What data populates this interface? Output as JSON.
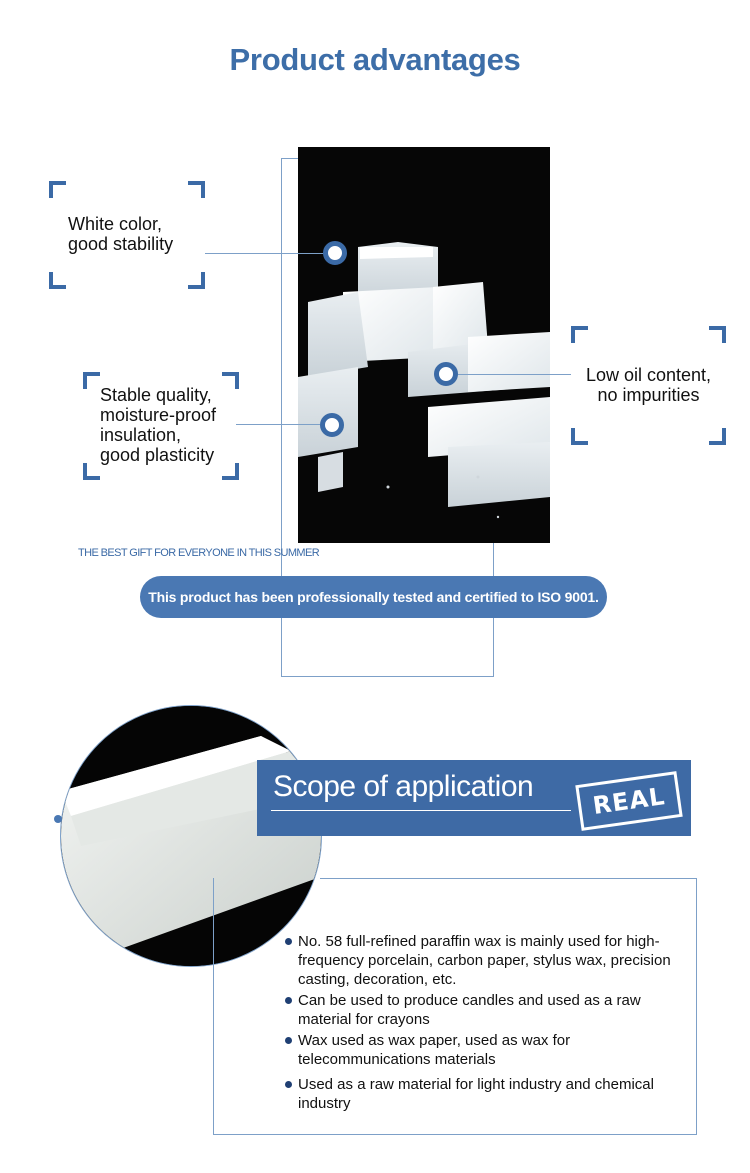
{
  "header": {
    "title": "Product advantages"
  },
  "callouts": {
    "white": {
      "line1": "White color,",
      "line2": "good stability"
    },
    "stable": {
      "line1": "Stable quality,",
      "line2": "moisture-proof",
      "line3": "insulation,",
      "line4": "good plasticity"
    },
    "oil": {
      "line1": "Low oil content,",
      "line2": "no impurities"
    }
  },
  "gift_text": "THE BEST GIFT FOR EVERYONE IN THIS SUMMER",
  "certification": "This product has been professionally tested and certified to ISO 9001.",
  "scope": {
    "title": "Scope of application",
    "stamp": "REAL",
    "items": [
      "No. 58 full-refined paraffin wax is mainly used for high-frequency porcelain, carbon paper, stylus wax, precision casting, decoration, etc.",
      "Can be used to produce candles and used as a raw material for crayons",
      "Wax used as wax paper, used as wax for telecommunications materials",
      "Used as a raw material for light industry and chemical industry"
    ]
  },
  "colors": {
    "accent": "#3b6aa6",
    "title": "#3d6ea8",
    "banner": "#3e6aa5",
    "pill": "#4a78b3"
  }
}
